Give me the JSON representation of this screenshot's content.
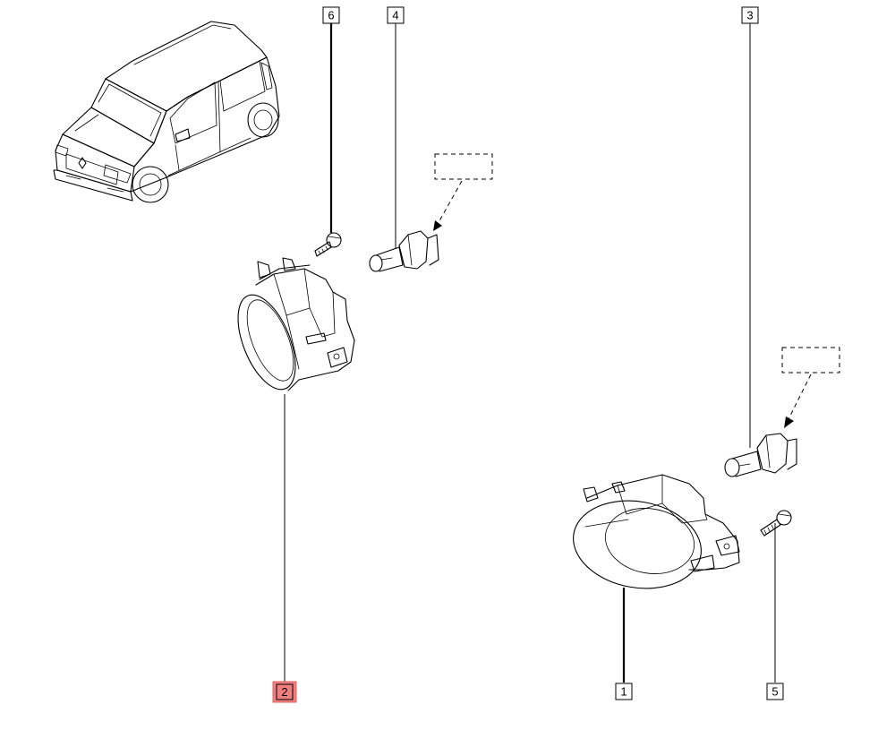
{
  "callouts": [
    {
      "id": "6",
      "label": "6",
      "highlighted": false
    },
    {
      "id": "4",
      "label": "4",
      "highlighted": false
    },
    {
      "id": "3",
      "label": "3",
      "highlighted": false
    },
    {
      "id": "2",
      "label": "2",
      "highlighted": true
    },
    {
      "id": "1",
      "label": "1",
      "highlighted": false
    },
    {
      "id": "5",
      "label": "5",
      "highlighted": false
    }
  ],
  "colors": {
    "line": "#000000",
    "highlight_fill": "#f08080",
    "highlight_stroke": "#e06060",
    "background": "#ffffff"
  },
  "parts": [
    {
      "name": "vehicle-illustration"
    },
    {
      "name": "fog-lamp-left"
    },
    {
      "name": "fog-lamp-right"
    },
    {
      "name": "bulb-left"
    },
    {
      "name": "bulb-right"
    },
    {
      "name": "screw-left"
    },
    {
      "name": "screw-right"
    }
  ]
}
